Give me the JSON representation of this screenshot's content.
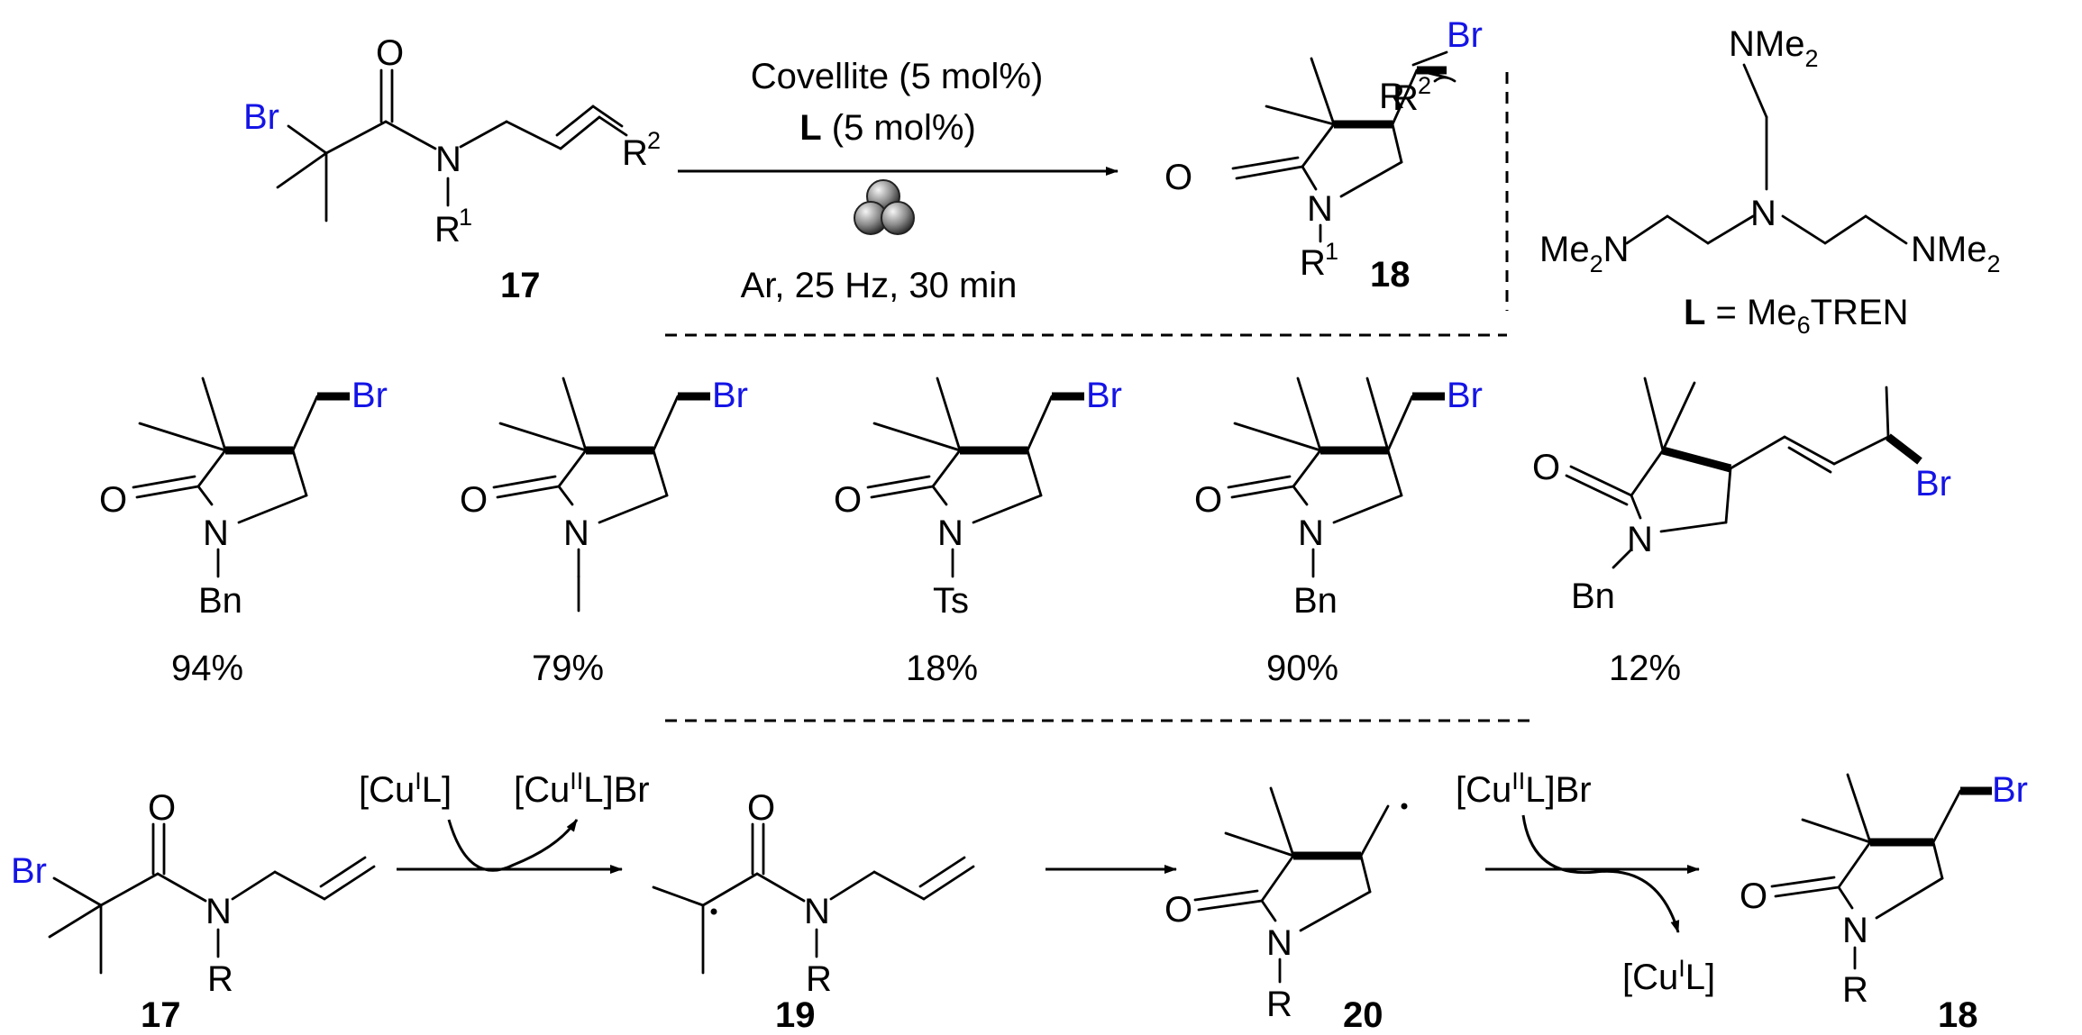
{
  "top_reaction": {
    "reactant_number": "17",
    "product_number": "18",
    "conditions": {
      "catalyst": "Covellite (5 mol%)",
      "ligand_symbol": "L",
      "ligand_amount": " (5 mol%)",
      "atmosphere": "Ar, 25 Hz, 30 min"
    }
  },
  "ligand": {
    "symbol": "L",
    "definition": " = Me",
    "definition_sub": "6",
    "definition_tail": "TREN",
    "groups": [
      "NMe",
      "Me",
      "NMe"
    ]
  },
  "atoms": {
    "Br": "Br",
    "O": "O",
    "N": "N",
    "R": "R",
    "R1": "1",
    "R2": "2",
    "Bn": "Bn",
    "Ts": "Ts",
    "sub2": "2"
  },
  "scope": [
    {
      "substituent": "Bn",
      "yield": "94%"
    },
    {
      "substituent": "",
      "yield": "79%"
    },
    {
      "substituent": "Ts",
      "yield": "18%"
    },
    {
      "substituent": "Bn",
      "yield": "90%"
    },
    {
      "substituent": "Bn",
      "yield": "12%"
    }
  ],
  "mechanism": {
    "cu_I_L": "[Cu",
    "cu_I_sup": "I",
    "cu_L_close": "L]",
    "cu_II_sup": "II",
    "cu_II_close": "L]Br",
    "numbers": [
      "17",
      "19",
      "20",
      "18"
    ]
  }
}
